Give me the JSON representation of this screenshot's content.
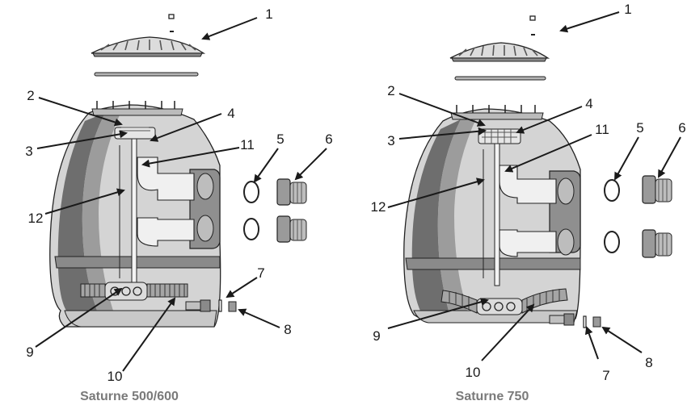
{
  "diagrams": [
    {
      "caption": "Saturne 500/600",
      "callouts": [
        "1",
        "2",
        "3",
        "4",
        "5",
        "6",
        "7",
        "8",
        "9",
        "10",
        "11",
        "12"
      ]
    },
    {
      "caption": "Saturne 750",
      "callouts": [
        "1",
        "2",
        "3",
        "4",
        "5",
        "6",
        "7",
        "8",
        "9",
        "10",
        "11",
        "12"
      ]
    }
  ],
  "colors": {
    "ink": "#1a1a1a",
    "caption": "#7a7a7a"
  }
}
